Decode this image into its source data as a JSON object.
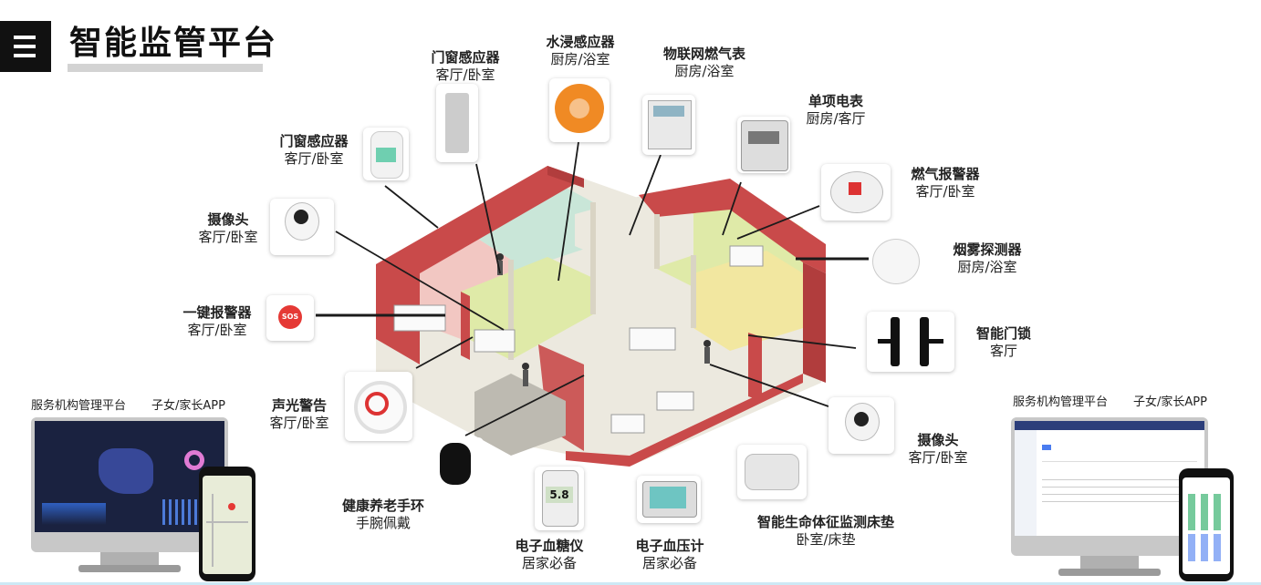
{
  "page": {
    "title": "智能监管平台"
  },
  "devices": {
    "door_sensor_top": {
      "name": "门窗感应器",
      "location": "客厅/卧室"
    },
    "water_sensor": {
      "name": "水浸感应器",
      "location": "厨房/浴室"
    },
    "gas_meter": {
      "name": "物联网燃气表",
      "location": "厨房/浴室"
    },
    "electric_meter": {
      "name": "单项电表",
      "location": "厨房/客厅"
    },
    "gas_alarm": {
      "name": "燃气报警器",
      "location": "客厅/卧室"
    },
    "smoke_detector": {
      "name": "烟雾探测器",
      "location": "厨房/浴室"
    },
    "smart_lock": {
      "name": "智能门锁",
      "location": "客厅"
    },
    "camera_right": {
      "name": "摄像头",
      "location": "客厅/卧室"
    },
    "door_sensor_left": {
      "name": "门窗感应器",
      "location": "客厅/卧室"
    },
    "camera_left": {
      "name": "摄像头",
      "location": "客厅/卧室"
    },
    "sos_button": {
      "name": "一键报警器",
      "location": "客厅/卧室",
      "badge": "SOS"
    },
    "siren": {
      "name": "声光警告",
      "location": "客厅/卧室"
    },
    "wristband": {
      "name": "健康养老手环",
      "location": "手腕佩戴"
    },
    "glucometer": {
      "name": "电子血糖仪",
      "location": "居家必备",
      "reading": "5.8"
    },
    "bp_monitor": {
      "name": "电子血压计",
      "location": "居家必备"
    },
    "sleep_pad": {
      "name": "智能生命体征监测床垫",
      "location": "卧室/床垫"
    }
  },
  "platforms": {
    "left": {
      "service": "服务机构管理平台",
      "app": "子女/家长APP"
    },
    "right": {
      "service": "服务机构管理平台",
      "app": "子女/家长APP"
    }
  },
  "colors": {
    "wall_red": "#c94a4a",
    "floor_green": "#dfeaa8",
    "floor_teal": "#c9e6d8",
    "floor_pink": "#f2c7c2",
    "floor_beige": "#ece9df",
    "dashboard_dark": "#1a2240",
    "accent_orange": "#f08a24",
    "sos_red": "#e53935"
  }
}
